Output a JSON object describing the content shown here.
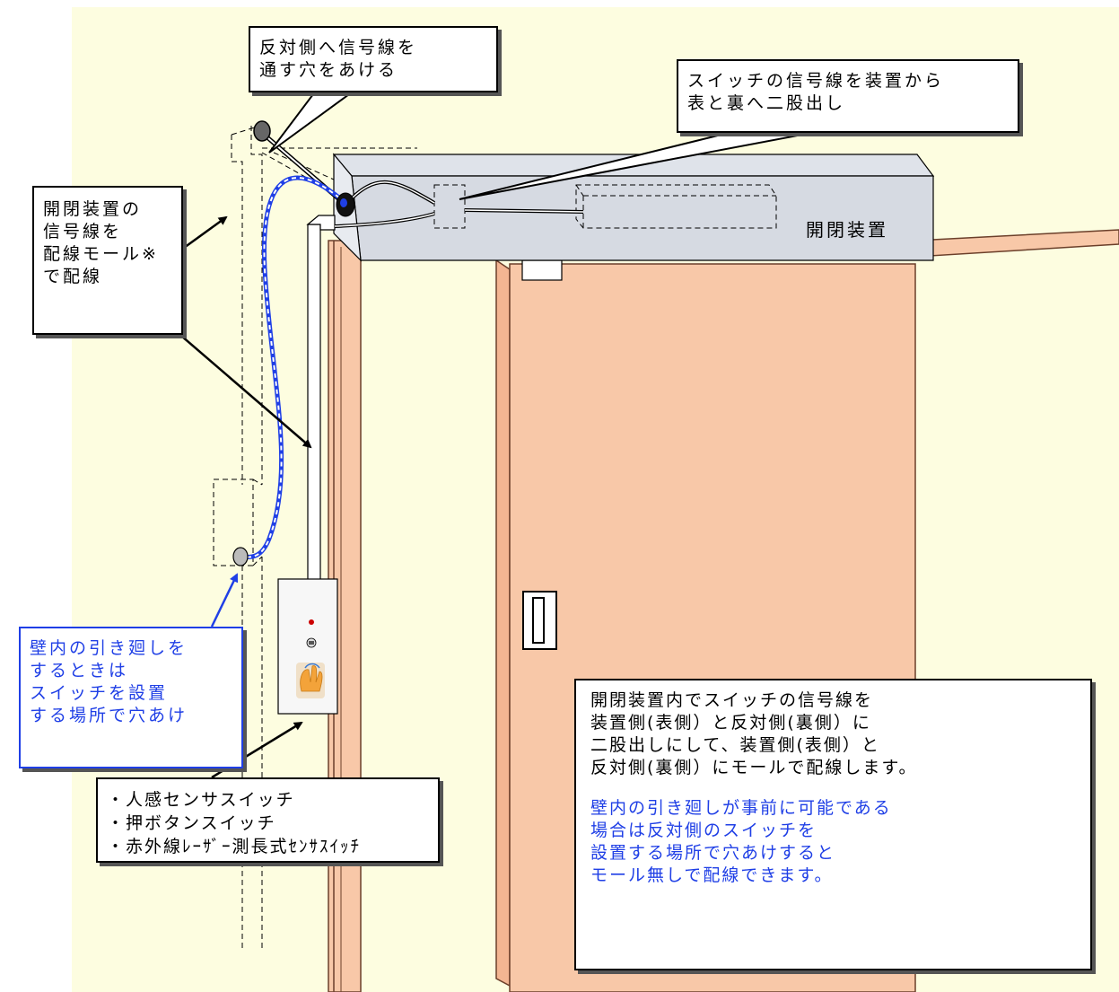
{
  "callouts": {
    "hole_opposite": [
      "反対側へ信号線を",
      "通す穴をあける"
    ],
    "branch": [
      "スイッチの信号線を装置から",
      "表と裏へ二股出し"
    ],
    "device_wiring": [
      "開閉装置の",
      "信号線を",
      "配線モール※",
      "で配線"
    ],
    "wall_routing": [
      "壁内の引き廻しを",
      "するときは",
      "スイッチを設置",
      "する場所で穴あけ"
    ],
    "switch_types": [
      "・人感センサスイッチ",
      "・押ボタンスイッチ",
      "・赤外線ﾚｰｻﾞｰ測長式ｾﾝｻｽｲｯﾁ"
    ],
    "explanation": {
      "black": [
        "開閉装置内でスイッチの信号線を",
        "装置側(表側）と反対側(裏側）に",
        "二股出しにして、装置側(表側）と",
        "反対側(裏側）にモールで配線します。"
      ],
      "blue": [
        "壁内の引き廻しが事前に可能である",
        "場合は反対側のスイッチを",
        "設置する場所で穴あけすると",
        "モール無しで配線できます。"
      ]
    }
  },
  "device_label": "開閉装置",
  "colors": {
    "wall": "#fdfde0",
    "door": "#f8c8a8",
    "device": "#dfe3ea",
    "blue_accent": "#1f3fe6"
  }
}
